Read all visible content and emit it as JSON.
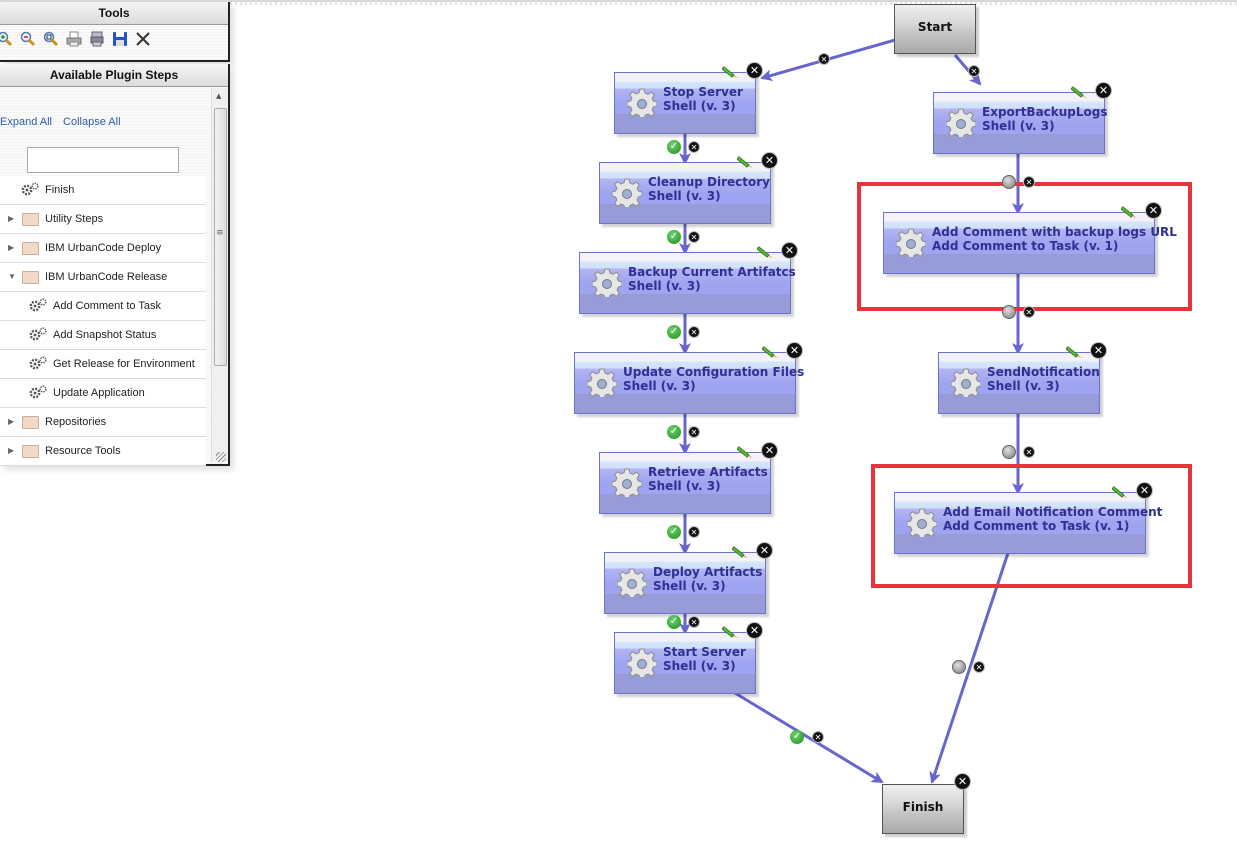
{
  "tools_panel": {
    "title": "Tools",
    "buttons": [
      {
        "name": "zoom-in",
        "icon": "zoom-in-icon"
      },
      {
        "name": "zoom-out",
        "icon": "zoom-out-icon"
      },
      {
        "name": "zoom-reset",
        "icon": "zoom-fit-icon"
      },
      {
        "name": "print",
        "icon": "print-icon"
      },
      {
        "name": "print-preview",
        "icon": "print-preview-icon"
      },
      {
        "name": "save",
        "icon": "save-icon"
      },
      {
        "name": "cancel",
        "icon": "close-icon"
      }
    ]
  },
  "plugin_panel": {
    "title": "Available Plugin Steps",
    "expand_all": "Expand All",
    "collapse_all": "Collapse All",
    "search_placeholder": "",
    "items": [
      {
        "label": "Finish",
        "type": "step",
        "level": 0
      },
      {
        "label": "Utility Steps",
        "type": "folder",
        "expanded": false
      },
      {
        "label": "IBM UrbanCode Deploy",
        "type": "folder",
        "expanded": false
      },
      {
        "label": "IBM UrbanCode Release",
        "type": "folder",
        "expanded": true
      },
      {
        "label": "Add Comment to Task",
        "type": "step",
        "level": 1
      },
      {
        "label": "Add Snapshot Status",
        "type": "step",
        "level": 1
      },
      {
        "label": "Get Release for Environment",
        "type": "step",
        "level": 1
      },
      {
        "label": "Update Application",
        "type": "step",
        "level": 1
      },
      {
        "label": "Repositories",
        "type": "folder",
        "expanded": false
      },
      {
        "label": "Resource Tools",
        "type": "folder",
        "expanded": false
      }
    ]
  },
  "process": {
    "start_label": "Start",
    "finish_label": "Finish",
    "steps": [
      {
        "name": "Stop Server",
        "plugin": "Shell (v. 3)"
      },
      {
        "name": "Cleanup Directory",
        "plugin": "Shell (v. 3)"
      },
      {
        "name": "Backup Current Artifatcs",
        "plugin": "Shell (v. 3)"
      },
      {
        "name": "Update Configuration Files",
        "plugin": "Shell (v. 3)"
      },
      {
        "name": "Retrieve Artifacts",
        "plugin": "Shell (v. 3)"
      },
      {
        "name": "Deploy Artifacts",
        "plugin": "Shell (v. 3)"
      },
      {
        "name": "Start Server",
        "plugin": "Shell (v. 3)"
      },
      {
        "name": "ExportBackupLogs",
        "plugin": "Shell (v. 3)"
      },
      {
        "name": "Add Comment with backup logs URL",
        "plugin": "Add Comment to Task (v. 1)",
        "highlighted": true
      },
      {
        "name": "SendNotification",
        "plugin": "Shell (v. 3)"
      },
      {
        "name": "Add Email Notification Comment",
        "plugin": "Add Comment to Task (v. 1)",
        "highlighted": true
      }
    ],
    "connections": [
      {
        "from": "Start",
        "to": "Stop Server",
        "condition": "always"
      },
      {
        "from": "Start",
        "to": "ExportBackupLogs",
        "condition": "always"
      },
      {
        "from": "Stop Server",
        "to": "Cleanup Directory",
        "condition": "success"
      },
      {
        "from": "Cleanup Directory",
        "to": "Backup Current Artifatcs",
        "condition": "success"
      },
      {
        "from": "Backup Current Artifatcs",
        "to": "Update Configuration Files",
        "condition": "success"
      },
      {
        "from": "Update Configuration Files",
        "to": "Retrieve Artifacts",
        "condition": "success"
      },
      {
        "from": "Retrieve Artifacts",
        "to": "Deploy Artifacts",
        "condition": "success"
      },
      {
        "from": "Deploy Artifacts",
        "to": "Start Server",
        "condition": "success"
      },
      {
        "from": "Start Server",
        "to": "Finish",
        "condition": "success"
      },
      {
        "from": "ExportBackupLogs",
        "to": "Add Comment with backup logs URL",
        "condition": "always"
      },
      {
        "from": "Add Comment with backup logs URL",
        "to": "SendNotification",
        "condition": "always"
      },
      {
        "from": "SendNotification",
        "to": "Add Email Notification Comment",
        "condition": "always"
      },
      {
        "from": "Add Email Notification Comment",
        "to": "Finish",
        "condition": "always"
      }
    ],
    "colors": {
      "edge": "#6666cc",
      "highlight": "#e8333a",
      "step_text": "#2f2f94"
    }
  }
}
